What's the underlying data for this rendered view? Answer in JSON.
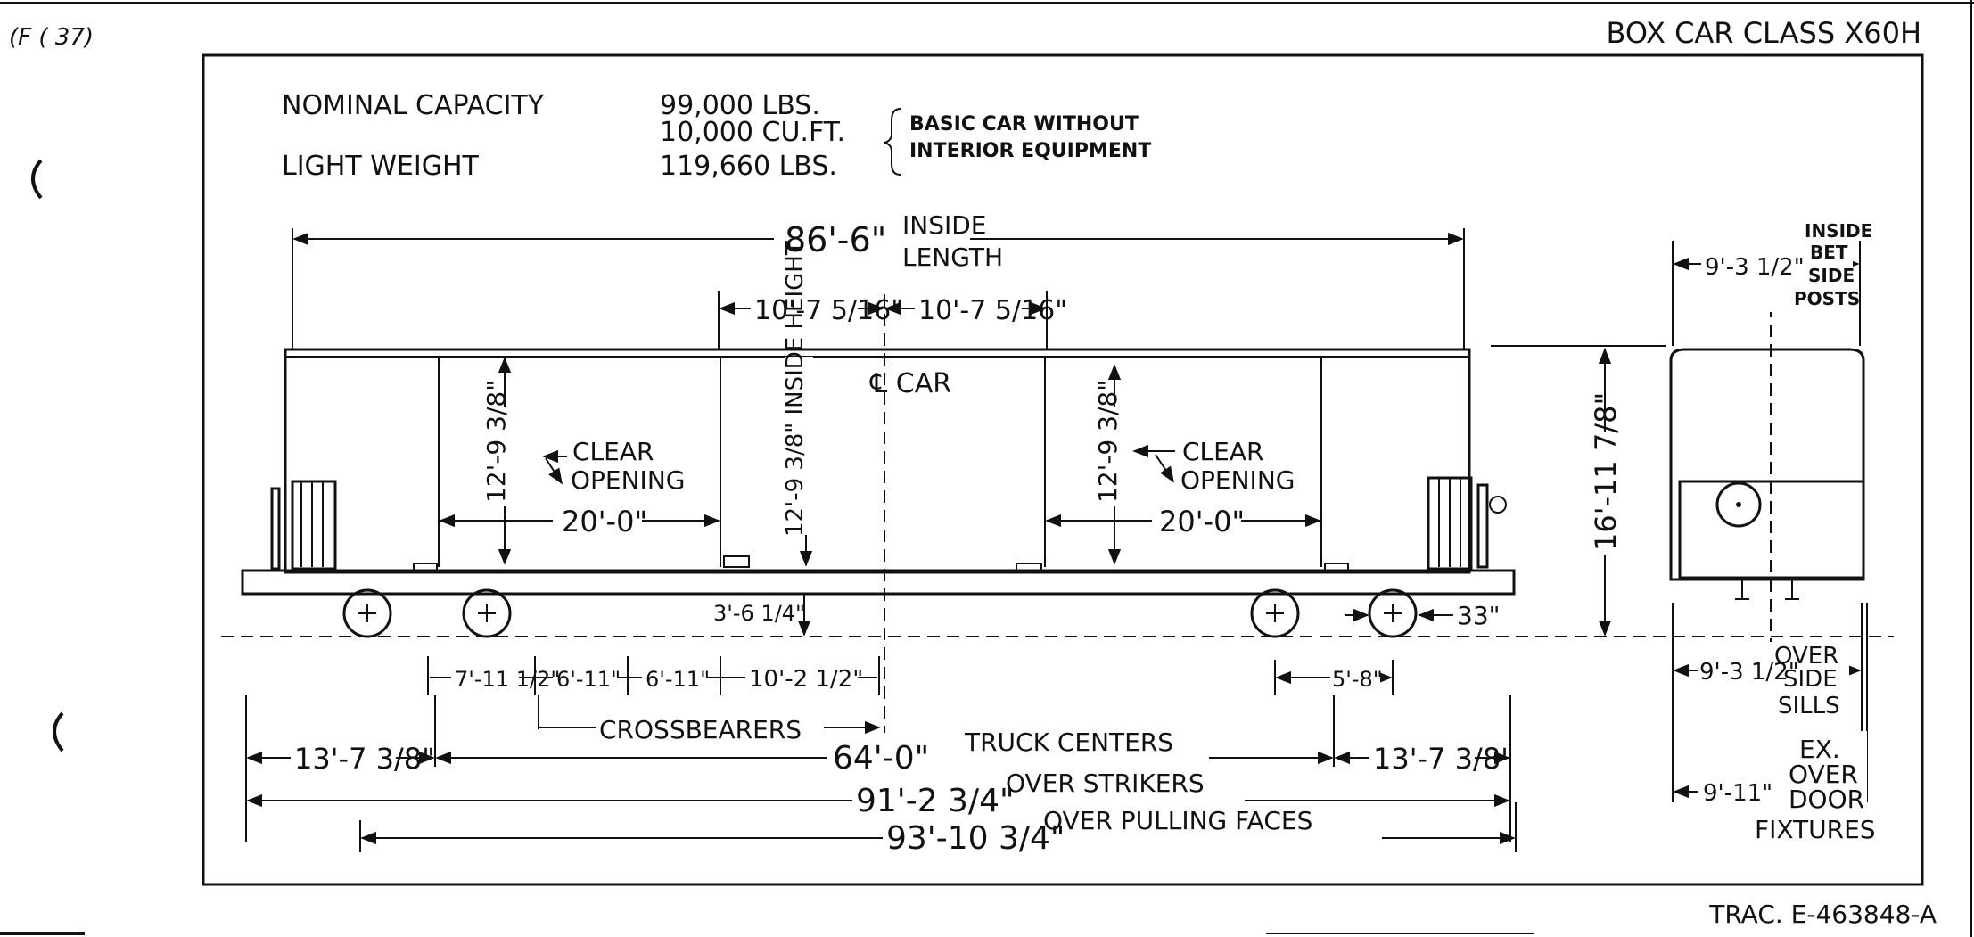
{
  "header": {
    "corner_note": "(F ( 37)",
    "class_label": "BOX CAR CLASS X60H",
    "tracing_number": "TRAC. E-463848-A"
  },
  "specs": {
    "capacity_label": "NOMINAL CAPACITY",
    "capacity_weight": "99,000 LBS.",
    "capacity_volume": "10,000 CU.FT.",
    "light_weight_label": "LIGHT WEIGHT",
    "light_weight_value": "119,660 LBS.",
    "note_line1": "BASIC CAR WITHOUT",
    "note_line2": "INTERIOR EQUIPMENT"
  },
  "side_view": {
    "inside_length": "86'-6\"",
    "inside_length_label_1": "INSIDE",
    "inside_length_label_2": "LENGTH",
    "half_left": "10'-7 5/16\"",
    "half_right": "10'-7 5/16\"",
    "center_label": "℄ CAR",
    "inside_height": "12'-9 3/8\" INSIDE HEIGHT",
    "left_door_height": "12'-9 3/8\"",
    "right_door_height": "12'-9 3/8\"",
    "clear_opening_1": "CLEAR",
    "clear_opening_2": "OPENING",
    "left_door_width": "20'-0\"",
    "right_door_width": "20'-0\"",
    "floor_height": "3'-6 1/4\"",
    "wheel_dim": "33\"",
    "cross_1": "7'-11 1/2\"",
    "cross_2": "6'-11\"",
    "cross_3": "6'-11\"",
    "cross_4": "10'-2 1/2\"",
    "right_axle": "5'-8\"",
    "crossbearers": "CROSSBEARERS",
    "overhang_left": "13'-7 3/8\"",
    "overhang_right": "13'-7 3/8\"",
    "truck_centers": "64'-0\"",
    "truck_centers_label": "TRUCK CENTERS",
    "over_strikers": "91'-2 3/4\"",
    "over_strikers_label": "OVER STRIKERS",
    "over_pulling": "93'-10 3/4\"",
    "over_pulling_label": "OVER PULLING FACES"
  },
  "end_view": {
    "inside_width": "9'-3 1/2\"",
    "inside_label_1": "INSIDE",
    "inside_label_2": "BET",
    "inside_label_3": "SIDE",
    "inside_label_4": "POSTS",
    "overall_height": "16'-11 7/8\"",
    "sill_width": "9'-3 1/2\"",
    "sill_label_1": "OVER",
    "sill_label_2": "SIDE",
    "sill_label_3": "SILLS",
    "door_width": "9'-11\"",
    "door_label_1": "EX.",
    "door_label_2": "OVER",
    "door_label_3": "DOOR",
    "door_label_4": "FIXTURES"
  }
}
